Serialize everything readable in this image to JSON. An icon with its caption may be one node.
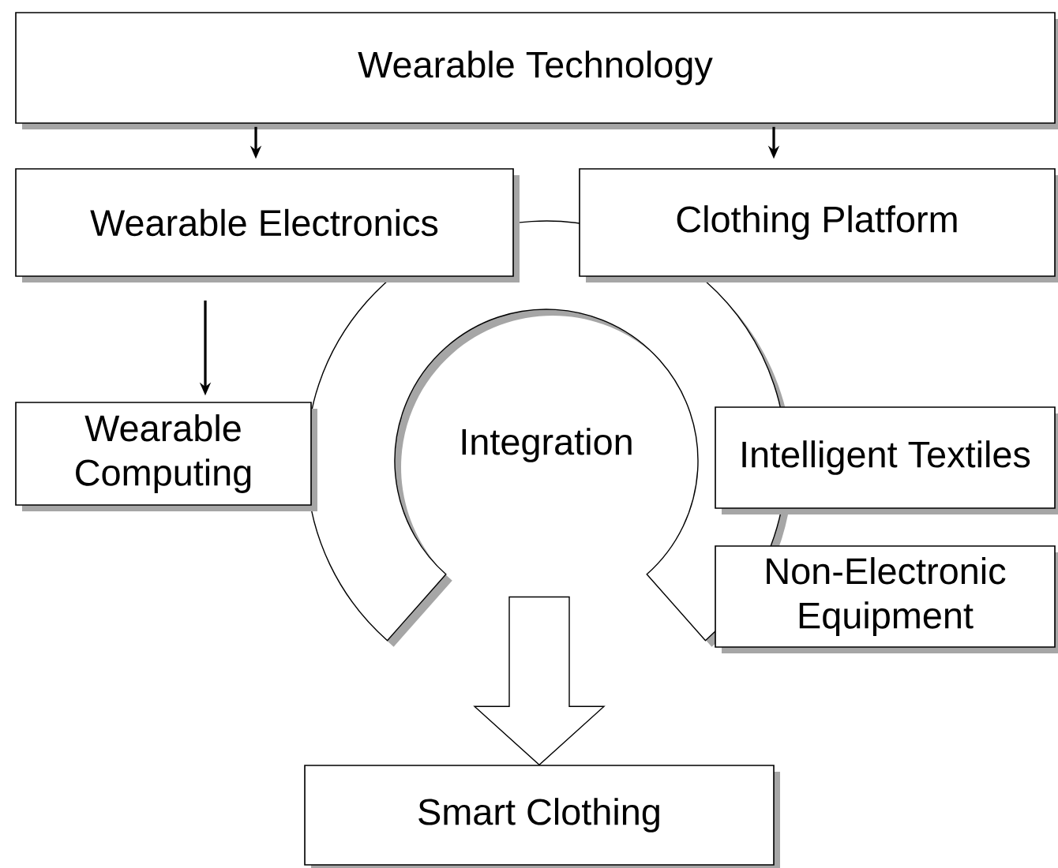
{
  "diagram": {
    "nodes": [
      {
        "text": [
          "Wearable Technology"
        ]
      },
      {
        "text": [
          "Wearable Electronics"
        ]
      },
      {
        "text": [
          "Clothing Platform"
        ]
      },
      {
        "text": [
          "Wearable Computing"
        ]
      },
      {
        "text": [
          "Integration"
        ]
      },
      {
        "text": [
          "Intelligent Textiles"
        ]
      },
      {
        "text": [
          "Non-Electronic Equipment"
        ]
      },
      {
        "text": [
          "Smart Clothing"
        ]
      }
    ],
    "edges": [
      {
        "from": 0,
        "to": 1,
        "arrow": "to"
      },
      {
        "from": 0,
        "to": 2,
        "arrow": "to"
      },
      {
        "from": 1,
        "to": 3,
        "arrow": "to"
      },
      {
        "from": 4,
        "to": 7,
        "arrow": "to",
        "style": "thick"
      }
    ]
  }
}
